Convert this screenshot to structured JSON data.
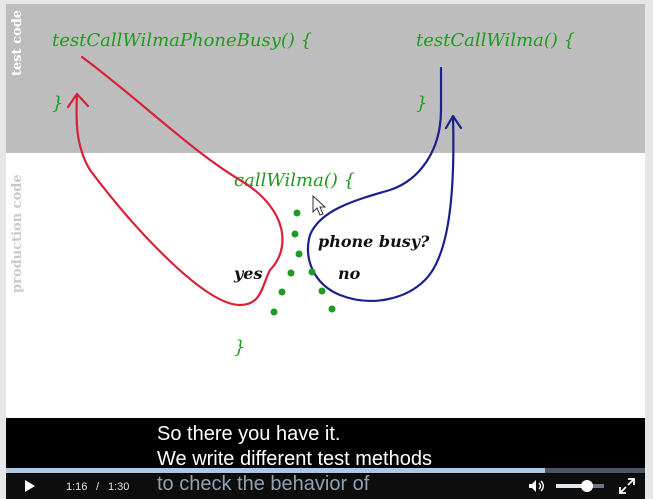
{
  "slide": {
    "test_label": "test code",
    "production_label": "production code",
    "test_method_busy": "testCallWilmaPhoneBusy() {",
    "test_method_busy_close": "}",
    "test_method_plain": "testCallWilma() {",
    "test_method_plain_close": "}",
    "method": "callWilma() {",
    "method_close": "}",
    "condition": "phone busy?",
    "branch_yes": "yes",
    "branch_no": "no",
    "colors": {
      "test_band": "#bdbdbd",
      "code_green": "#1e9a1e",
      "red_path": "#d9203a",
      "blue_path": "#1c1f8c"
    }
  },
  "captions": {
    "line1": "So there you have it.",
    "line2": "We write different test methods",
    "line3": "to check the behavior of"
  },
  "player": {
    "current_time": "1:16",
    "separator": "/",
    "duration": "1:30",
    "progress": 0.844,
    "volume": 0.65,
    "icons": {
      "play": "play-icon",
      "volume": "volume-icon",
      "fullscreen": "fullscreen-icon"
    }
  }
}
